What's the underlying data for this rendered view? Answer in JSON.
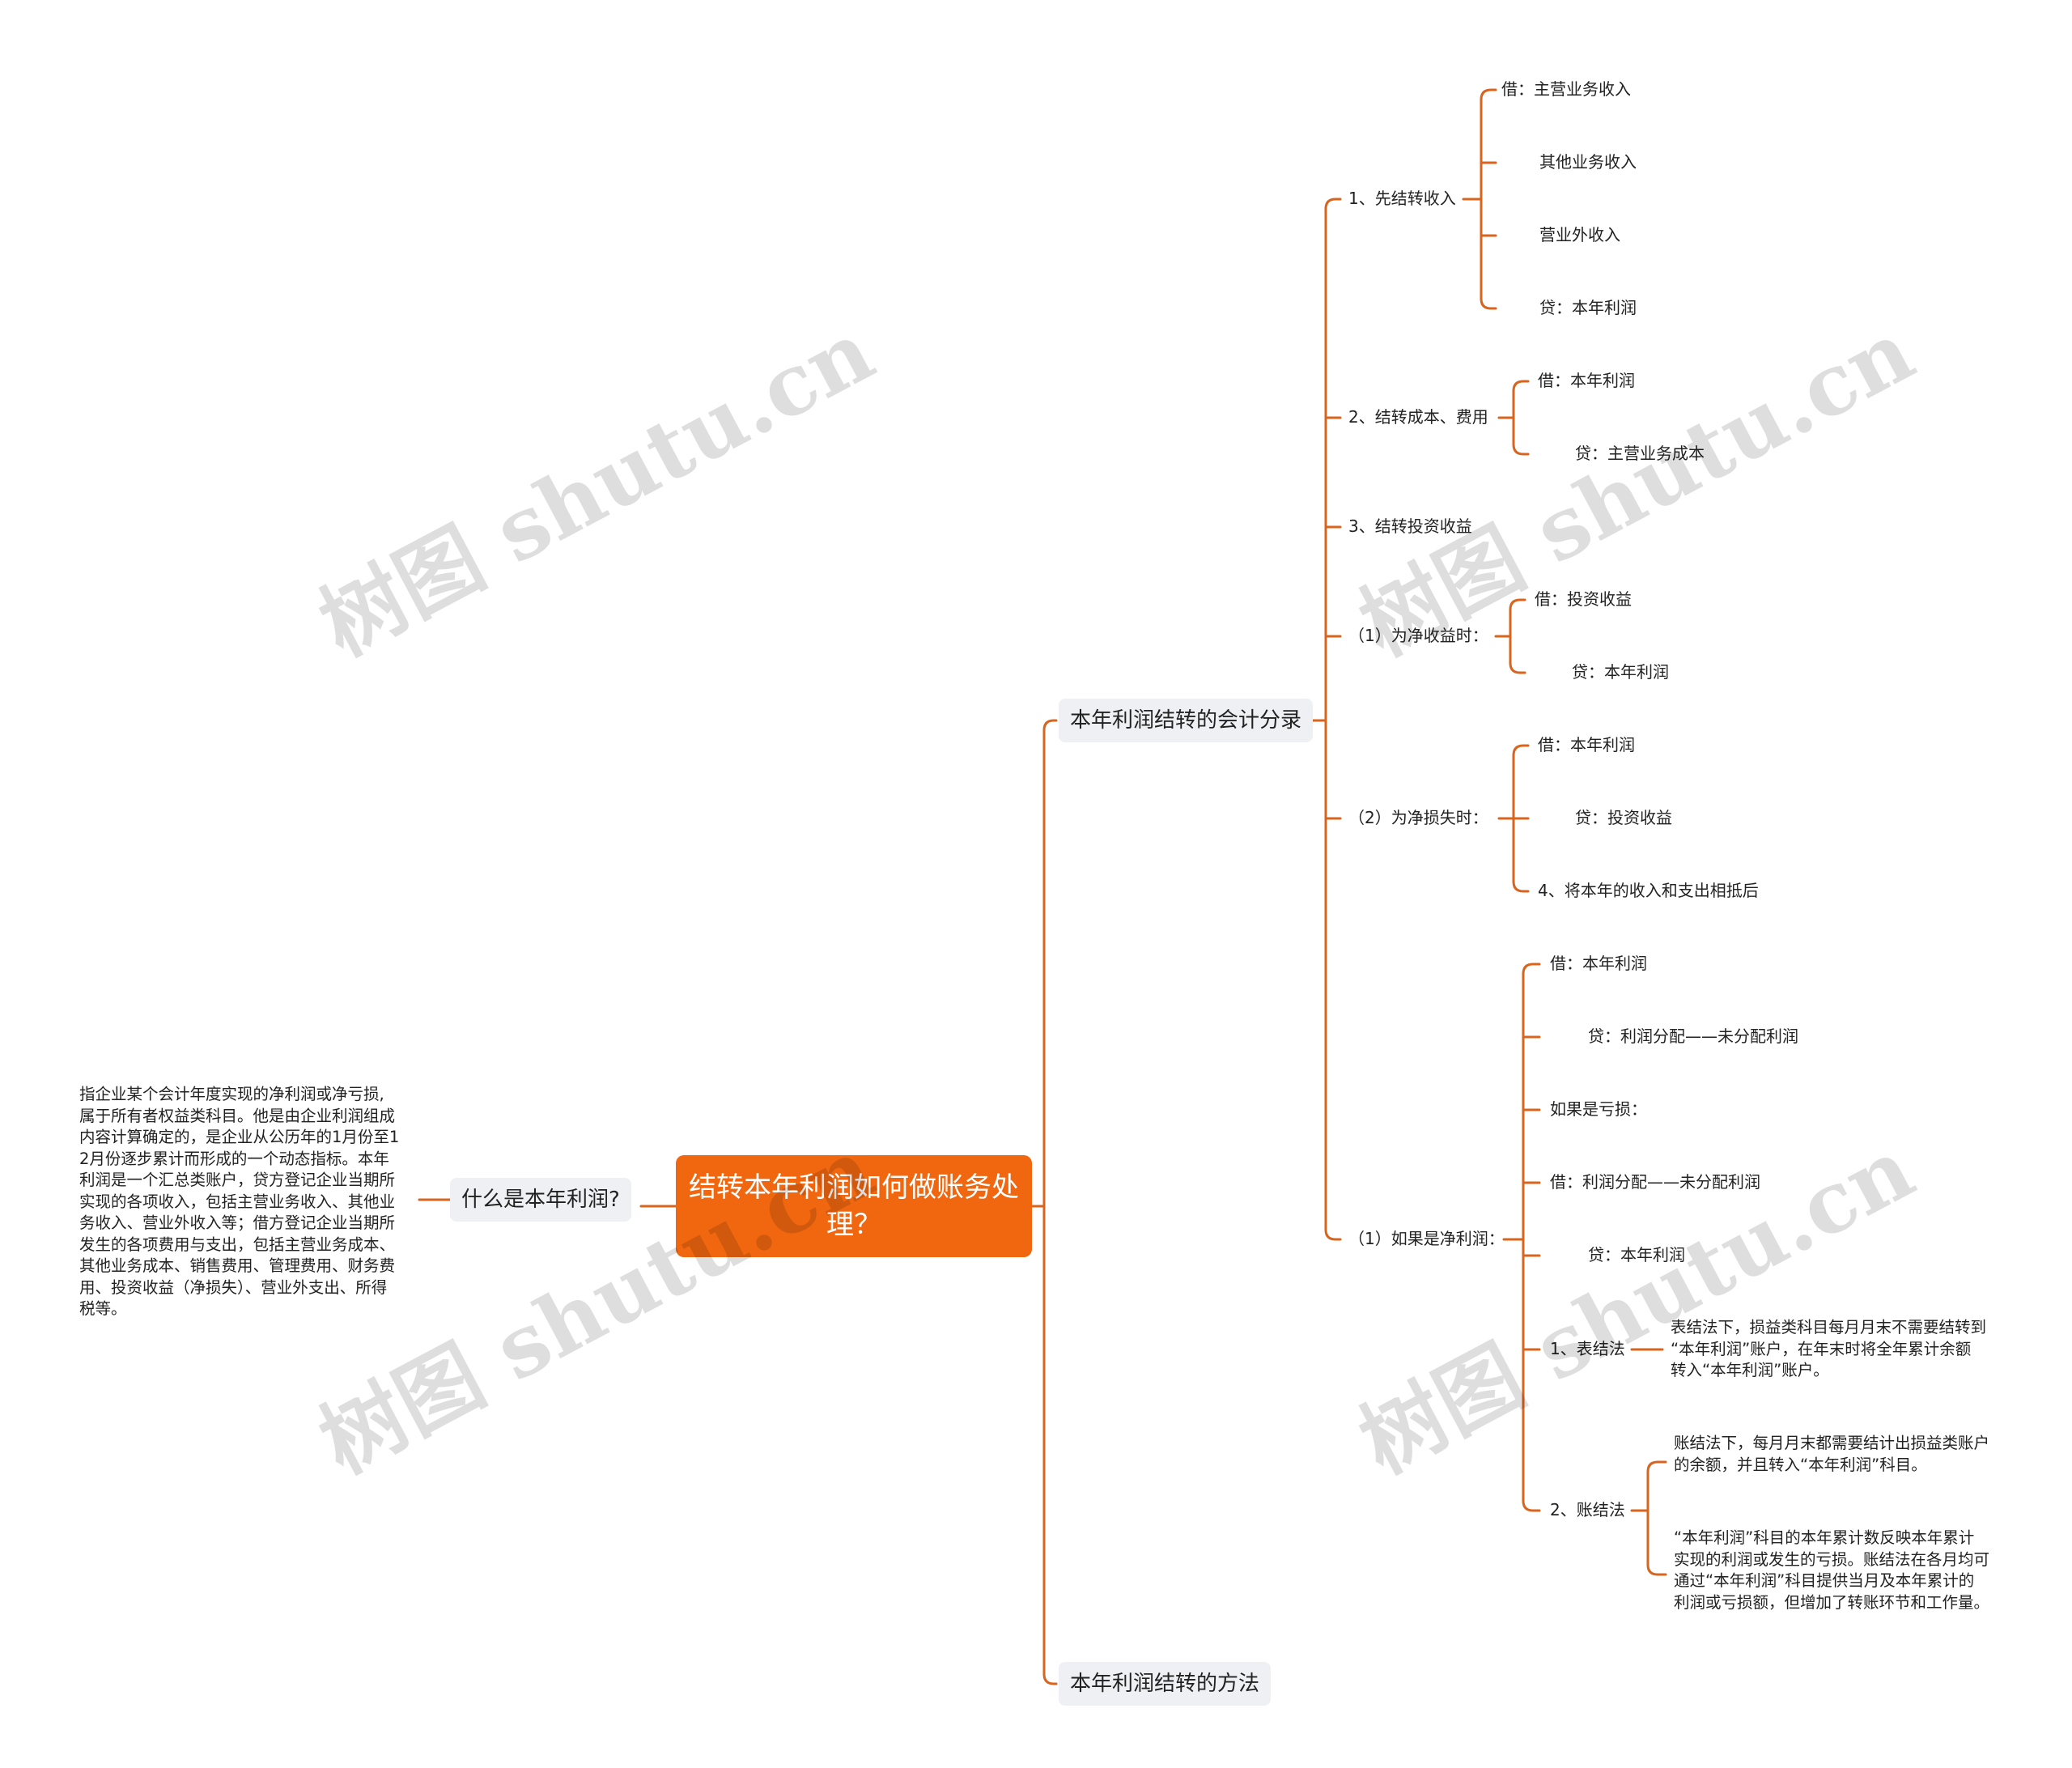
{
  "root": {
    "title": "结转本年利润如何做账务处理？"
  },
  "left": {
    "label": "什么是本年利润?",
    "desc_lines": [
      "指企业某个会计年度实现的净利润或净亏损,",
      "属于所有者权益类科目。他是由企业利润组成",
      "内容计算确定的，是企业从公历年的1月份至1",
      "2月份逐步累计而形成的一个动态指标。本年",
      "利润是一个汇总类账户，贷方登记企业当期所",
      "实现的各项收入，包括主营业务收入、其他业",
      "务收入、营业外收入等；借方登记企业当期所",
      "发生的各项费用与支出，包括主营业务成本、",
      "其他业务成本、销售费用、管理费用、财务费",
      "用、投资收益（净损失）、营业外支出、所得",
      "税等。"
    ]
  },
  "branch1": {
    "label": "本年利润结转的会计分录",
    "g1": {
      "label": "1、先结转收入",
      "items": [
        "借：主营业务收入",
        "其他业务收入",
        "营业外收入",
        "贷：本年利润"
      ]
    },
    "g2": {
      "label": "2、结转成本、费用",
      "items": [
        "借：本年利润",
        "贷：主营业务成本"
      ]
    },
    "g3": {
      "label": "3、结转投资收益"
    },
    "g4": {
      "label": "（1）为净收益时：",
      "items": [
        "借：投资收益",
        "贷：本年利润"
      ]
    },
    "g5": {
      "label": "（2）为净损失时：",
      "items": [
        "借：本年利润",
        "贷：投资收益",
        "4、将本年的收入和支出相抵后"
      ]
    },
    "g6": {
      "label": "（1）如果是净利润：",
      "items": [
        "借：本年利润",
        "贷：利润分配——未分配利润",
        "如果是亏损：",
        "借：利润分配——未分配利润",
        "贷：本年利润"
      ],
      "m1": {
        "label": "1、表结法",
        "desc_lines": [
          "表结法下，损益类科目每月月末不需要结转到",
          "“本年利润”账户，在年末时将全年累计余额",
          "转入“本年利润”账户。"
        ]
      },
      "m2": {
        "label": "2、账结法",
        "desc1_lines": [
          "账结法下，每月月末都需要结计出损益类账户",
          "的余额，并且转入“本年利润”科目。"
        ],
        "desc2_lines": [
          "“本年利润”科目的本年累计数反映本年累计",
          "实现的利润或发生的亏损。账结法在各月均可",
          "通过“本年利润”科目提供当月及本年累计的",
          "利润或亏损额，但增加了转账环节和工作量。"
        ]
      }
    }
  },
  "branch2": {
    "label": "本年利润结转的方法"
  },
  "watermark": "树图 shutu.cn",
  "colors": {
    "line": "#d9641e",
    "root_bg": "#f0670f",
    "sub_bg": "#eef0f3"
  }
}
